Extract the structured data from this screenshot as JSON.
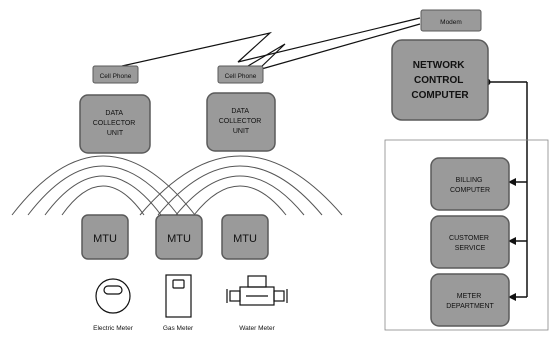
{
  "devices": {
    "cell_phone_left": "Cell Phone",
    "cell_phone_right": "Cell Phone",
    "modem": "Modem"
  },
  "network_control_computer": {
    "lines": [
      "NETWORK",
      "CONTROL",
      "COMPUTER"
    ]
  },
  "data_collectors": [
    {
      "lines": [
        "DATA",
        "COLLECTOR",
        "UNIT"
      ]
    },
    {
      "lines": [
        "DATA",
        "COLLECTOR",
        "UNIT"
      ]
    }
  ],
  "mtus": [
    "MTU",
    "MTU",
    "MTU"
  ],
  "departments": [
    {
      "lines": [
        "BILLING",
        "COMPUTER"
      ]
    },
    {
      "lines": [
        "CUSTOMER",
        "SERVICE"
      ]
    },
    {
      "lines": [
        "METER",
        "DEPARTMENT"
      ]
    }
  ],
  "meters": [
    {
      "label": "Electric Meter",
      "icon": "electric-meter-icon"
    },
    {
      "label": "Gas Meter",
      "icon": "gas-meter-icon"
    },
    {
      "label": "Water Meter",
      "icon": "water-meter-icon"
    }
  ],
  "colors": {
    "box_fill": "#9a9a9a",
    "box_stroke": "#5a5a5a",
    "line": "#111111",
    "wave": "#555555"
  }
}
